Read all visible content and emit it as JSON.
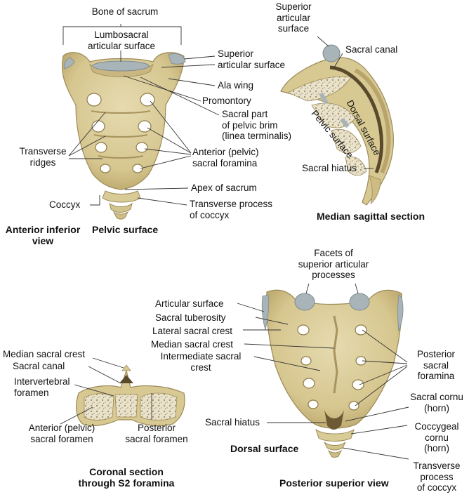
{
  "colors": {
    "bone": "#dccf9e",
    "bone_dark": "#b9a56c",
    "bone_shadow": "#8c7a48",
    "cartilage": "#a9b4b9",
    "spongy": "#e9e2cc",
    "canal": "#5a4a2c",
    "leader": "#333333"
  },
  "anterior": {
    "bone_of_sacrum": "Bone of sacrum",
    "lumbosacral": "Lumbosacral\narticular surface",
    "superior_articular": "Superior\narticular surface",
    "ala_wing": "Ala wing",
    "promontory": "Promontory",
    "pelvic_brim": "Sacral part\nof pelvic brim\n(linea terminalis)",
    "transverse_ridges": "Transverse\nridges",
    "anterior_foramina": "Anterior (pelvic)\nsacral foramina",
    "apex": "Apex of sacrum",
    "coccyx": "Coccyx",
    "transverse_process": "Transverse process\nof coccyx",
    "view_title": "Anterior inferior\nview",
    "surface_title": "Pelvic surface"
  },
  "sagittal": {
    "superior_articular": "Superior\narticular\nsurface",
    "sacral_canal": "Sacral canal",
    "dorsal_surface": "Dorsal surface",
    "pelvic_surface": "Pelvic surface",
    "sacral_hiatus": "Sacral hiatus",
    "title": "Median sagittal section"
  },
  "coronal": {
    "median_crest": "Median sacral crest",
    "sacral_canal": "Sacral canal",
    "intervertebral": "Intervertebral\nforamen",
    "anterior_foramen": "Anterior (pelvic)\nsacral foramen",
    "posterior_foramen": "Posterior\nsacral foramen",
    "title": "Coronal section\nthrough S2 foramina"
  },
  "posterior": {
    "facets": "Facets of\nsuperior articular\nprocesses",
    "articular_surface": "Articular surface",
    "tuberosity": "Sacral tuberosity",
    "lateral_crest": "Lateral sacral crest",
    "median_crest": "Median sacral crest",
    "intermediate_crest": "Intermediate sacral\ncrest",
    "posterior_foramina": "Posterior\nsacral\nforamina",
    "sacral_cornu": "Sacral cornu\n(horn)",
    "sacral_hiatus": "Sacral hiatus",
    "coccygeal_cornu": "Coccygeal\ncornu\n(horn)",
    "transverse_process": "Transverse\nprocess\nof coccyx",
    "surface_title": "Dorsal surface",
    "view_title": "Posterior superior view"
  }
}
